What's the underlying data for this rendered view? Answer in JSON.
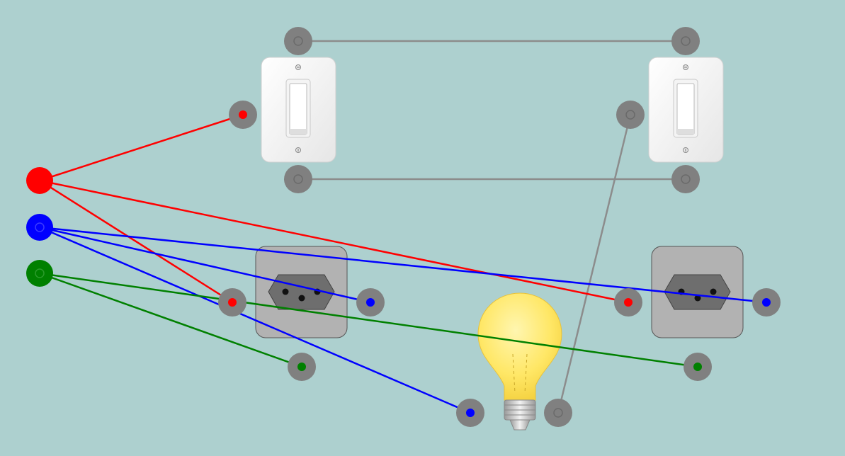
{
  "board": {
    "background": "#add0cf",
    "colors": {
      "phase": "#ff0000",
      "neutral": "#0000ff",
      "ground": "#008000",
      "return": "#8c8c8c",
      "terminal": "#808080",
      "outlet_plate": "#b2b2b2",
      "bulb_glass": "#ffe766"
    },
    "sources": [
      {
        "id": "phase-source",
        "color": "#ff0000",
        "icon": "phase-source-icon"
      },
      {
        "id": "neutral-source",
        "color": "#0000ff",
        "icon": "neutral-source-icon"
      },
      {
        "id": "ground-source",
        "color": "#008000",
        "icon": "ground-source-icon"
      }
    ],
    "components": [
      {
        "id": "switch-1",
        "type": "three-way-switch",
        "icon": "light-switch-icon"
      },
      {
        "id": "switch-2",
        "type": "three-way-switch",
        "icon": "light-switch-icon"
      },
      {
        "id": "outlet-1",
        "type": "socket-outlet",
        "icon": "power-outlet-icon"
      },
      {
        "id": "outlet-2",
        "type": "socket-outlet",
        "icon": "power-outlet-icon"
      },
      {
        "id": "lamp",
        "type": "light-bulb",
        "icon": "light-bulb-icon"
      }
    ],
    "wires": [
      {
        "from": "phase-source",
        "to": "switch-1-common",
        "color": "#ff0000"
      },
      {
        "from": "phase-source",
        "to": "outlet-1-left",
        "color": "#ff0000"
      },
      {
        "from": "phase-source",
        "to": "outlet-2-left",
        "color": "#ff0000"
      },
      {
        "from": "neutral-source",
        "to": "outlet-1-right",
        "color": "#0000ff"
      },
      {
        "from": "neutral-source",
        "to": "outlet-2-right",
        "color": "#0000ff"
      },
      {
        "from": "neutral-source",
        "to": "lamp-left",
        "color": "#0000ff"
      },
      {
        "from": "ground-source",
        "to": "outlet-1-ground",
        "color": "#008000"
      },
      {
        "from": "ground-source",
        "to": "outlet-2-ground",
        "color": "#008000"
      },
      {
        "from": "switch-1-traveler-top",
        "to": "switch-2-traveler-top",
        "color": "#8c8c8c"
      },
      {
        "from": "switch-1-traveler-bottom",
        "to": "switch-2-traveler-bottom",
        "color": "#8c8c8c"
      },
      {
        "from": "switch-2-common",
        "to": "lamp-right",
        "color": "#8c8c8c"
      }
    ]
  }
}
